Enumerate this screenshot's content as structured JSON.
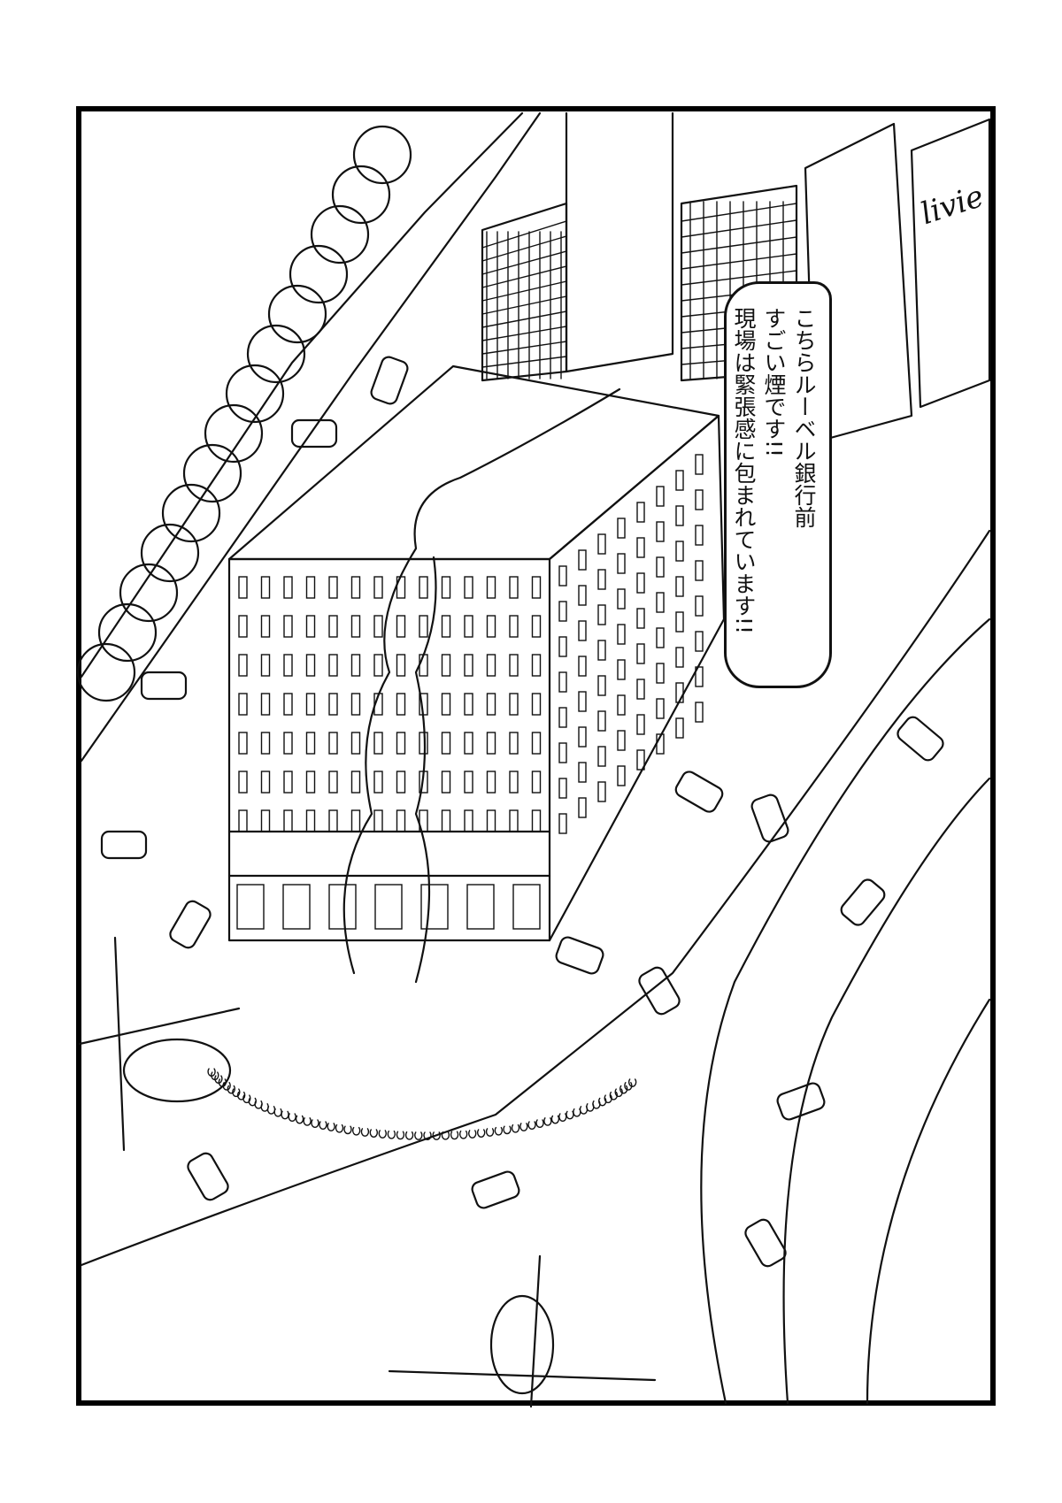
{
  "panel": {
    "speech_bubble": {
      "lines": [
        "こちらルーベル銀行前",
        "すごい煙です!!",
        "現場は緊張感に包まれています!!"
      ]
    },
    "store_sign": "livie"
  },
  "colors": {
    "ink": "#111111",
    "paper": "#ffffff"
  }
}
